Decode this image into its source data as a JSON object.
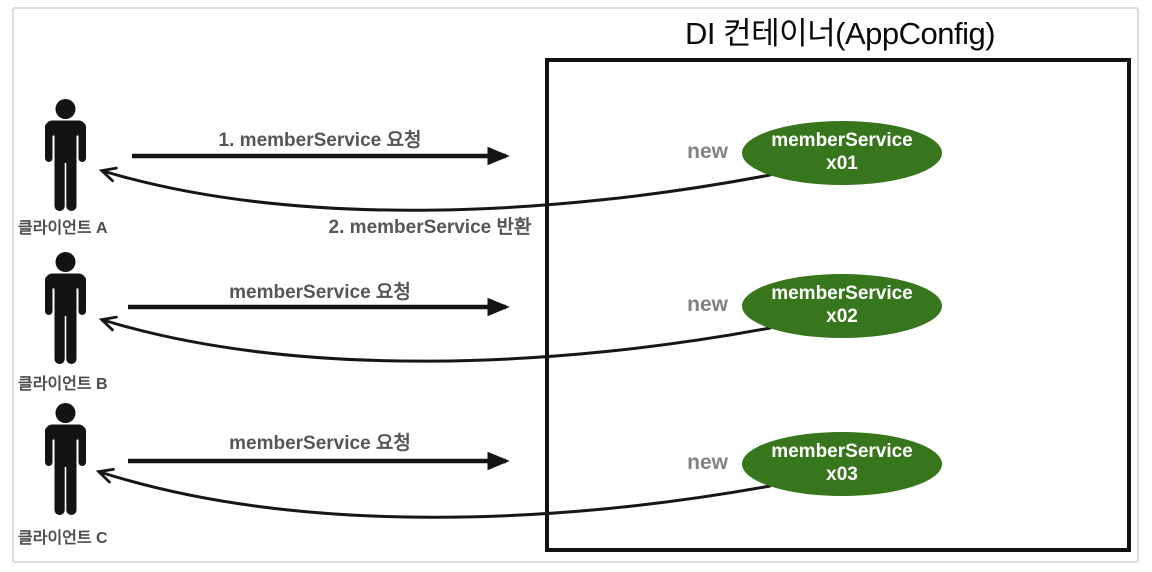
{
  "diagram": {
    "title": "DI 컨테이너(AppConfig)",
    "colors": {
      "bean_fill": "#38761d",
      "bean_text": "#ffffff",
      "line_ink": "#141414",
      "label_gray": "#565656",
      "new_gray": "#828282"
    },
    "clients": [
      {
        "label": "클라이언트 A",
        "request_label": "1. memberService 요청",
        "return_label": "2. memberService 반환",
        "new_label": "new",
        "bean_line1": "memberService",
        "bean_line2": "x01"
      },
      {
        "label": "클라이언트 B",
        "request_label": "memberService 요청",
        "new_label": "new",
        "bean_line1": "memberService",
        "bean_line2": "x02"
      },
      {
        "label": "클라이언트 C",
        "request_label": "memberService 요청",
        "new_label": "new",
        "bean_line1": "memberService",
        "bean_line2": "x03"
      }
    ]
  }
}
